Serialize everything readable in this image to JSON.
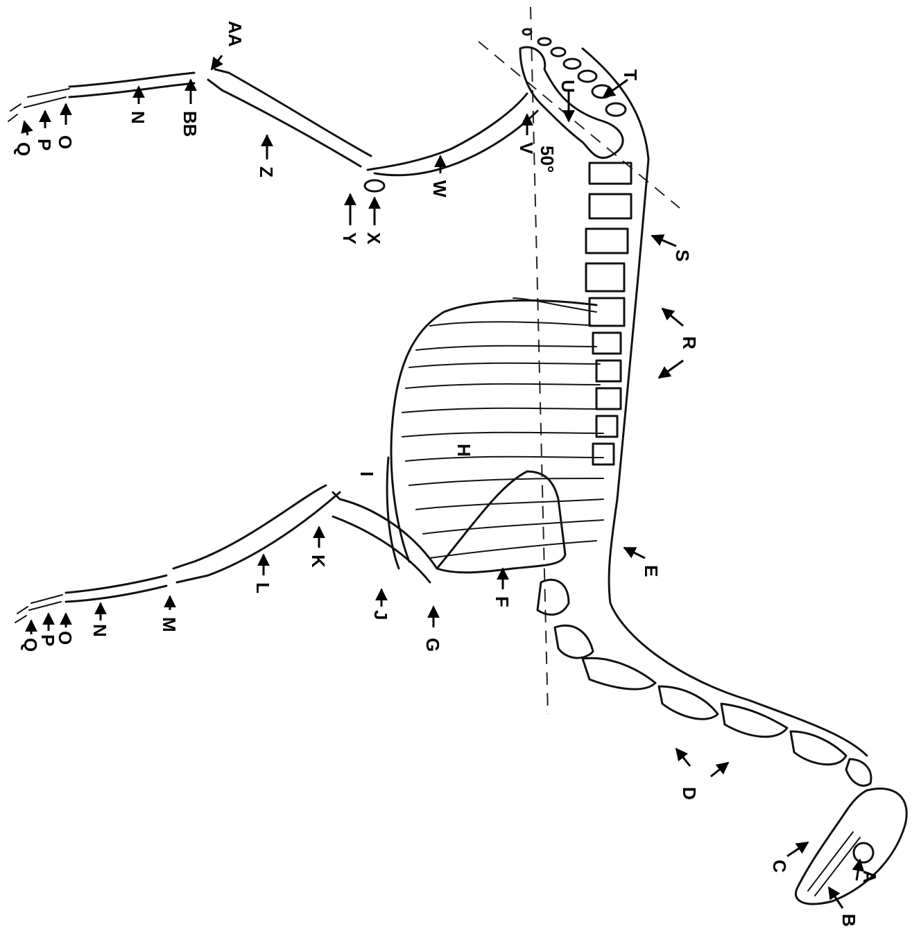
{
  "diagram": {
    "labels": [
      "A",
      "B",
      "C",
      "D",
      "E",
      "F",
      "G",
      "H",
      "I",
      "J",
      "K",
      "L",
      "M",
      "N",
      "O",
      "P",
      "Q",
      "R",
      "S",
      "T",
      "U",
      "V",
      "W",
      "X",
      "Y",
      "Z",
      "AA",
      "BB"
    ],
    "angle_label": "50°",
    "foreleg_labels": {
      "N": "N",
      "O": "O",
      "P": "P",
      "Q": "Q"
    }
  }
}
